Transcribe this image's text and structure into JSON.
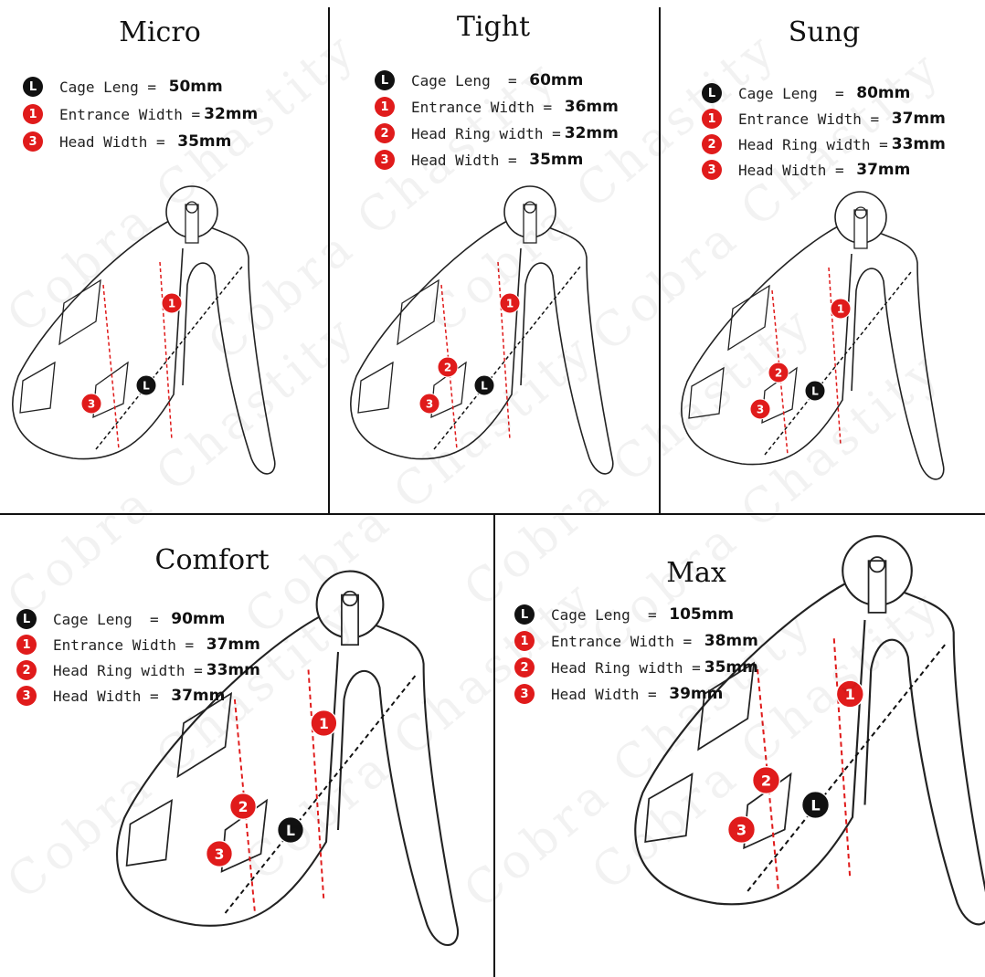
{
  "watermark": "Cobra Chastity",
  "colors": {
    "marker_red": "#e01b1b",
    "marker_black": "#111111",
    "line": "#222222"
  },
  "panels": [
    {
      "title": "Micro",
      "specs": [
        {
          "icon": "L",
          "label": "Cage Leng",
          "sep": " = ",
          "value": "50mm"
        },
        {
          "icon": "1",
          "label": "Entrance Width",
          "sep": " =",
          "value": "32mm"
        },
        {
          "icon": "3",
          "label": "Head Width",
          "sep": " = ",
          "value": "35mm"
        }
      ],
      "markers": [
        "1",
        "3",
        "L"
      ]
    },
    {
      "title": "Tight",
      "specs": [
        {
          "icon": "L",
          "label": "Cage Leng",
          "sep": "  = ",
          "value": "60mm"
        },
        {
          "icon": "1",
          "label": "Entrance Width",
          "sep": " = ",
          "value": "36mm"
        },
        {
          "icon": "2",
          "label": "Head Ring width",
          "sep": " =",
          "value": "32mm"
        },
        {
          "icon": "3",
          "label": "Head Width",
          "sep": " = ",
          "value": "35mm"
        }
      ],
      "markers": [
        "1",
        "2",
        "3",
        "L"
      ]
    },
    {
      "title": "Sung",
      "specs": [
        {
          "icon": "L",
          "label": "Cage Leng",
          "sep": "  = ",
          "value": "80mm"
        },
        {
          "icon": "1",
          "label": "Entrance Width",
          "sep": " = ",
          "value": "37mm"
        },
        {
          "icon": "2",
          "label": "Head Ring width",
          "sep": " =",
          "value": "33mm"
        },
        {
          "icon": "3",
          "label": "Head Width",
          "sep": " = ",
          "value": "37mm"
        }
      ],
      "markers": [
        "1",
        "2",
        "3",
        "L"
      ]
    },
    {
      "title": "Comfort",
      "specs": [
        {
          "icon": "L",
          "label": "Cage Leng",
          "sep": "  = ",
          "value": "90mm"
        },
        {
          "icon": "1",
          "label": "Entrance Width",
          "sep": " = ",
          "value": "37mm"
        },
        {
          "icon": "2",
          "label": "Head Ring width",
          "sep": " =",
          "value": "33mm"
        },
        {
          "icon": "3",
          "label": "Head Width",
          "sep": " = ",
          "value": "37mm"
        }
      ],
      "markers": [
        "1",
        "2",
        "3",
        "L"
      ]
    },
    {
      "title": "Max",
      "specs": [
        {
          "icon": "L",
          "label": "Cage Leng",
          "sep": "  = ",
          "value": "105mm"
        },
        {
          "icon": "1",
          "label": "Entrance Width",
          "sep": " = ",
          "value": "38mm"
        },
        {
          "icon": "2",
          "label": "Head Ring width",
          "sep": " =",
          "value": "35mm"
        },
        {
          "icon": "3",
          "label": "Head Width",
          "sep": " = ",
          "value": "39mm"
        }
      ],
      "markers": [
        "1",
        "2",
        "3",
        "L"
      ]
    }
  ]
}
